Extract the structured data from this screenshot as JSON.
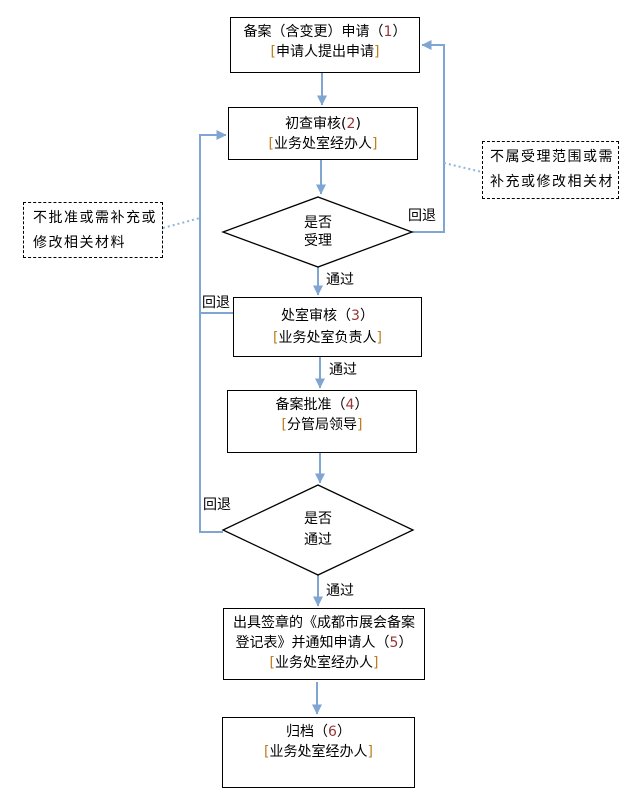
{
  "colors": {
    "connector": "#7fa5d3",
    "dotted_link": "#93b5dd",
    "box_border": "#000000",
    "step_number": "#943634",
    "bracket": "#bf7d1e",
    "background": "#ffffff"
  },
  "punct": {
    "open_bracket": "[",
    "close_bracket": "]"
  },
  "nodes": {
    "box1": {
      "title_pre": "备案（含变更）申请（",
      "num": "1",
      "title_suf": "）",
      "role": "申请人提出申请"
    },
    "box2": {
      "title_pre": "初查审核(",
      "num": "2",
      "title_suf": ")",
      "role": "业务处室经办人"
    },
    "decision1": {
      "line1": "是否",
      "line2": "受理"
    },
    "box3": {
      "title_pre": "处室审核（",
      "num": "3",
      "title_suf": "）",
      "role": "业务处室负责人"
    },
    "box4": {
      "title_pre": "备案批准（",
      "num": "4",
      "title_suf": "）",
      "role": "分管局领导"
    },
    "decision2": {
      "line1": "是否",
      "line2": "通过"
    },
    "box5": {
      "line1": "出具签章的《成都市展会备案",
      "line2_pre": "登记表》并通知申请人（",
      "num": "5",
      "line2_suf": "）",
      "role": "业务处室经办人"
    },
    "box6": {
      "title_pre": "归档（",
      "num": "6",
      "title_suf": "）",
      "role": "业务处室经办人"
    }
  },
  "notes": {
    "left": {
      "line1": "不批准或需补充或",
      "line2": "修改相关材料"
    },
    "right": {
      "line1": "不属受理范围或需",
      "line2": "补充或修改相关材"
    }
  },
  "edge_labels": {
    "back1": "回退",
    "pass1": "通过",
    "back2": "回退",
    "pass2": "通过",
    "back3": "回退",
    "pass3": "通过"
  }
}
